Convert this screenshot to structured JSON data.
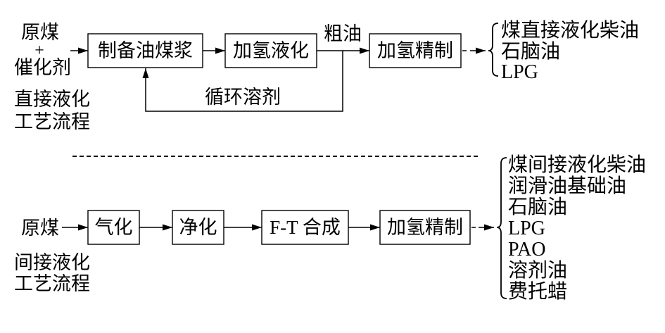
{
  "diagram": {
    "direct": {
      "inputs": {
        "coal": "原煤",
        "plus": "+",
        "catalyst": "催化剂"
      },
      "title_lines": [
        "直接液化",
        "工艺流程"
      ],
      "steps": [
        "制备油煤浆",
        "加氢液化",
        "加氢精制"
      ],
      "intermediate_label": "粗油",
      "recycle_label": "循环溶剂",
      "products": [
        "煤直接液化柴油",
        "石脑油",
        "LPG"
      ]
    },
    "indirect": {
      "input": "原煤",
      "title_lines": [
        "间接液化",
        "工艺流程"
      ],
      "steps": [
        "气化",
        "净化",
        "F-T 合成",
        "加氢精制"
      ],
      "products": [
        "煤间接液化柴油",
        "润滑油基础油",
        "石脑油",
        "LPG",
        "PAO",
        "溶剂油",
        "费托蜡"
      ]
    }
  }
}
